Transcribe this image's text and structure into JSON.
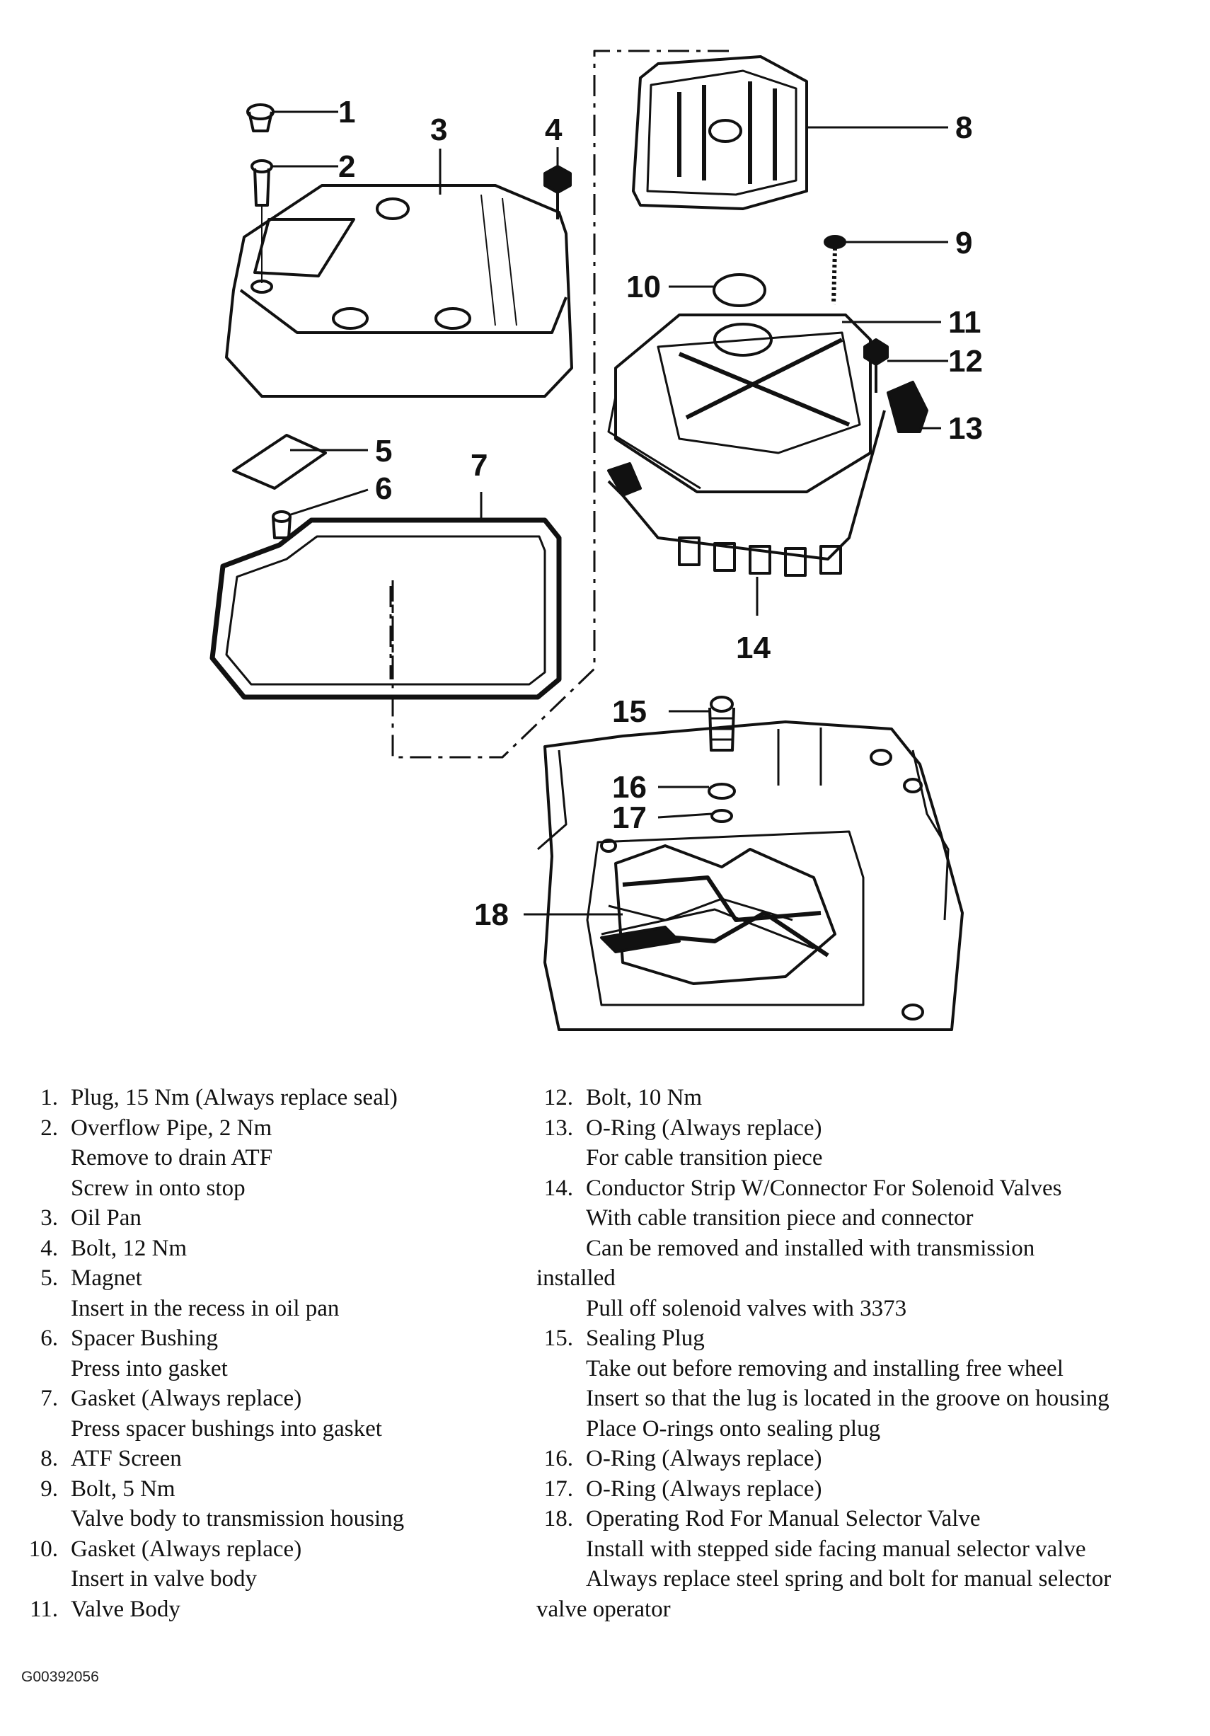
{
  "callouts": [
    "1",
    "2",
    "3",
    "4",
    "5",
    "6",
    "7",
    "8",
    "9",
    "10",
    "11",
    "12",
    "13",
    "14",
    "15",
    "16",
    "17",
    "18"
  ],
  "legend": {
    "left": [
      {
        "num": "1.",
        "lines": [
          "Plug, 15 Nm (Always replace seal)"
        ]
      },
      {
        "num": "2.",
        "lines": [
          "Overflow Pipe, 2 Nm",
          "Remove to drain ATF",
          "Screw in onto stop"
        ]
      },
      {
        "num": "3.",
        "lines": [
          "Oil Pan"
        ]
      },
      {
        "num": "4.",
        "lines": [
          "Bolt, 12 Nm"
        ]
      },
      {
        "num": "5.",
        "lines": [
          "Magnet",
          "Insert in the recess in oil pan"
        ]
      },
      {
        "num": "6.",
        "lines": [
          "Spacer Bushing",
          "Press into gasket"
        ]
      },
      {
        "num": "7.",
        "lines": [
          "Gasket (Always replace)",
          "Press spacer bushings into gasket"
        ]
      },
      {
        "num": "8.",
        "lines": [
          "ATF Screen"
        ]
      },
      {
        "num": "9.",
        "lines": [
          "Bolt, 5 Nm",
          "Valve body to transmission housing"
        ]
      },
      {
        "num": "10.",
        "lines": [
          "Gasket (Always replace)",
          "Insert in valve body"
        ]
      },
      {
        "num": "11.",
        "lines": [
          "Valve Body"
        ]
      }
    ],
    "right": [
      {
        "num": "12.",
        "lines": [
          "Bolt, 10 Nm"
        ]
      },
      {
        "num": "13.",
        "lines": [
          "O-Ring (Always replace)",
          "For cable transition piece"
        ]
      },
      {
        "num": "14.",
        "lines": [
          "Conductor Strip W/Connector For Solenoid Valves",
          "With cable transition piece and connector",
          "Can be removed and installed with transmission"
        ],
        "wrap": "installed",
        "after": [
          "Pull off solenoid valves with 3373"
        ]
      },
      {
        "num": "15.",
        "lines": [
          "Sealing Plug",
          "Take out before removing and installing free wheel",
          "Insert so that the lug is located in the groove on housing",
          "Place O-rings onto sealing plug"
        ]
      },
      {
        "num": "16.",
        "lines": [
          "O-Ring (Always replace)"
        ]
      },
      {
        "num": "17.",
        "lines": [
          "O-Ring (Always replace)"
        ]
      },
      {
        "num": "18.",
        "lines": [
          "Operating Rod For Manual Selector Valve",
          "Install with stepped side facing manual selector valve",
          "Always replace steel spring and bolt for manual selector"
        ],
        "wrap": "valve operator"
      }
    ]
  },
  "figure_code": "G00392056"
}
